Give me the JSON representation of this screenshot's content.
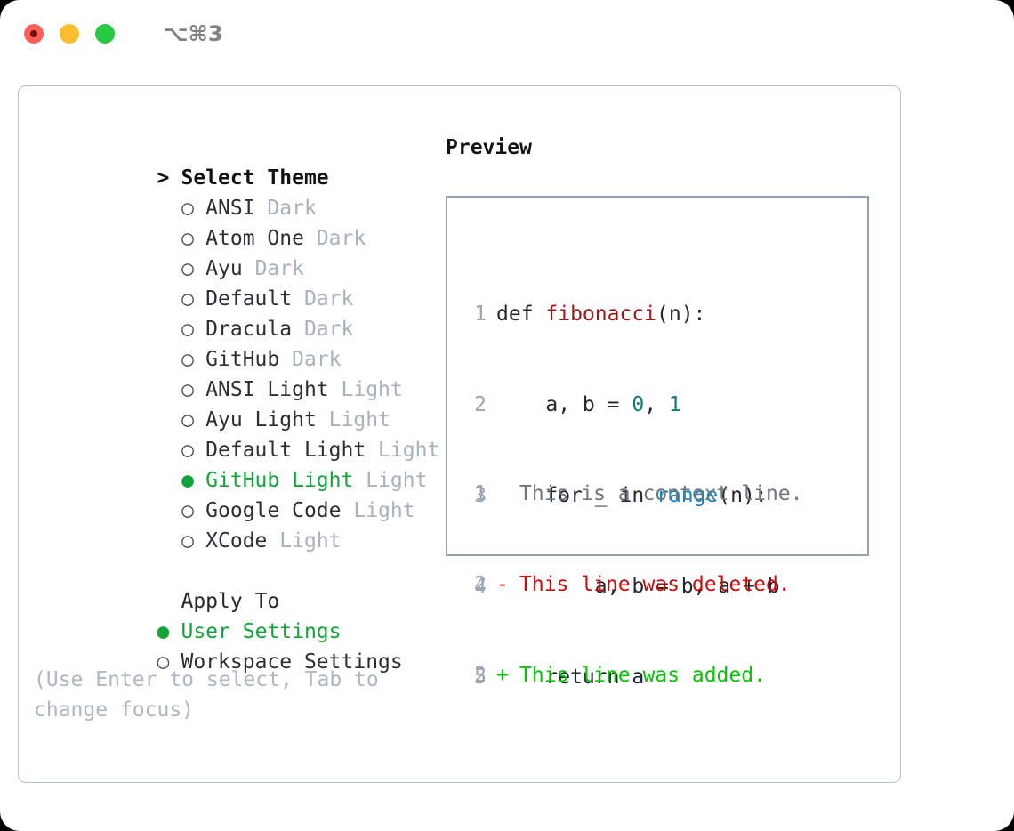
{
  "window": {
    "traffic_lights": [
      "close-red",
      "minimize-yellow",
      "maximize-green"
    ],
    "shortcut": "⌥⌘3",
    "colors": {
      "close": "#ff5f57",
      "minimize": "#febc2e",
      "maximize": "#28c840",
      "selection_green": "#13a438",
      "diff_delete": "#c90d0d",
      "diff_add": "#06c406",
      "panel_border": "#b6bfcb",
      "preview_border": "#94a1b0",
      "muted": "#a8b1bd"
    }
  },
  "theme_picker": {
    "header_marker": ">",
    "header": "Select Theme",
    "marker_selected": "●",
    "marker_unselected": "○",
    "items": [
      {
        "name": "ANSI",
        "kind": "Dark",
        "selected": false
      },
      {
        "name": "Atom One",
        "kind": "Dark",
        "selected": false
      },
      {
        "name": "Ayu",
        "kind": "Dark",
        "selected": false
      },
      {
        "name": "Default",
        "kind": "Dark",
        "selected": false
      },
      {
        "name": "Dracula",
        "kind": "Dark",
        "selected": false
      },
      {
        "name": "GitHub",
        "kind": "Dark",
        "selected": false
      },
      {
        "name": "ANSI Light",
        "kind": "Light",
        "selected": false
      },
      {
        "name": "Ayu Light",
        "kind": "Light",
        "selected": false
      },
      {
        "name": "Default Light",
        "kind": "Light",
        "selected": false
      },
      {
        "name": "GitHub Light",
        "kind": "Light",
        "selected": true
      },
      {
        "name": "Google Code",
        "kind": "Light",
        "selected": false
      },
      {
        "name": "XCode",
        "kind": "Light",
        "selected": false
      }
    ]
  },
  "apply_to": {
    "label": "Apply To",
    "options": [
      {
        "label": "User Settings",
        "selected": true
      },
      {
        "label": "Workspace Settings",
        "selected": false
      }
    ]
  },
  "hint": "(Use Enter to select, Tab to change focus)",
  "preview": {
    "title": "Preview",
    "code_lines": [
      {
        "number": "1",
        "tokens": [
          {
            "text": "def ",
            "type": "plain"
          },
          {
            "text": "fibonacci",
            "type": "func"
          },
          {
            "text": "(n):",
            "type": "plain"
          }
        ]
      },
      {
        "number": "2",
        "tokens": [
          {
            "text": "    a, b = ",
            "type": "plain"
          },
          {
            "text": "0",
            "type": "num"
          },
          {
            "text": ", ",
            "type": "plain"
          },
          {
            "text": "1",
            "type": "num"
          }
        ]
      },
      {
        "number": "3",
        "tokens": [
          {
            "text": "    for _ in ",
            "type": "plain"
          },
          {
            "text": "range",
            "type": "call"
          },
          {
            "text": "(n):",
            "type": "plain"
          }
        ]
      },
      {
        "number": "4",
        "tokens": [
          {
            "text": "        a, b = b, a + b",
            "type": "plain"
          }
        ]
      },
      {
        "number": "5",
        "tokens": [
          {
            "text": "    return a",
            "type": "plain"
          }
        ]
      }
    ],
    "diff_lines": [
      {
        "number": "1",
        "sign": " ",
        "text": "This is a context line.",
        "type": "context"
      },
      {
        "number": "2",
        "sign": "-",
        "text": "This line was deleted.",
        "type": "delete"
      },
      {
        "number": "2",
        "sign": "+",
        "text": "This line was added.",
        "type": "add"
      }
    ]
  }
}
